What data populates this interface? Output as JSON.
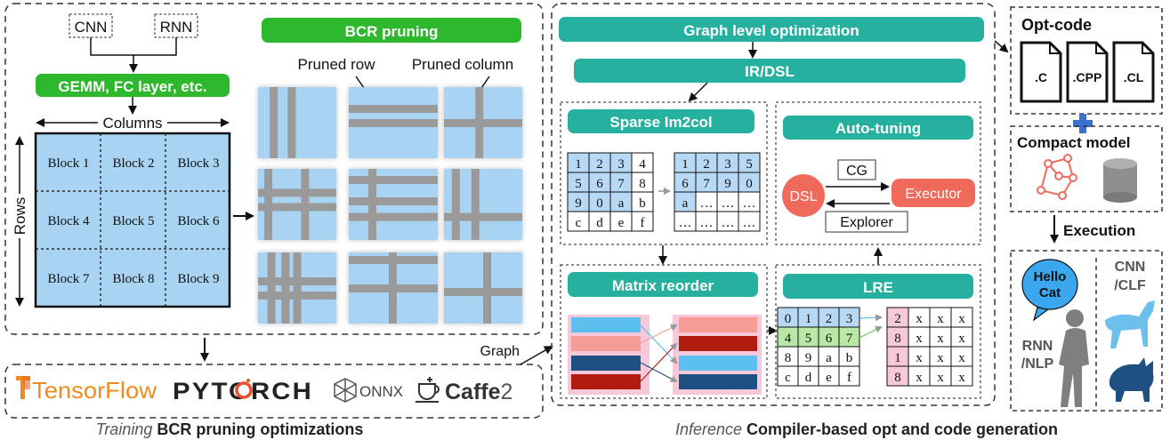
{
  "training": {
    "cnn": "CNN",
    "rnn": "RNN",
    "gemm": "GEMM, FC layer, etc.",
    "columns": "Columns",
    "rows": "Rows",
    "blocks": [
      "Block 1",
      "Block 2",
      "Block 3",
      "Block 4",
      "Block 5",
      "Block 6",
      "Block 7",
      "Block 8",
      "Block 9"
    ],
    "bcr_pruning": "BCR pruning",
    "pruned_row": "Pruned row",
    "pruned_column": "Pruned column",
    "frameworks": {
      "tensorflow": "TensorFlow",
      "pytorch": "PYTORCH",
      "onnx": "ONNX",
      "caffe2_a": "Caffe",
      "caffe2_b": "2"
    },
    "caption_italic": "Training",
    "caption_bold": " BCR pruning optimizations"
  },
  "inference": {
    "graph": "Graph",
    "graph_level": "Graph level optimization",
    "ir_dsl": "IR/DSL",
    "sparse_im2col": "Sparse Im2col",
    "im2col_left": [
      [
        "1",
        "2",
        "3",
        "4"
      ],
      [
        "5",
        "6",
        "7",
        "8"
      ],
      [
        "9",
        "0",
        "a",
        "b"
      ],
      [
        "c",
        "d",
        "e",
        "f"
      ]
    ],
    "im2col_right": [
      [
        "1",
        "2",
        "3",
        "5"
      ],
      [
        "6",
        "7",
        "9",
        "0"
      ],
      [
        "a",
        "…",
        "…",
        "…"
      ],
      [
        "…",
        "…",
        "…",
        "…"
      ]
    ],
    "auto_tuning": "Auto-tuning",
    "dsl": "DSL",
    "executor": "Executor",
    "cg": "CG",
    "explorer": "Explorer",
    "matrix_reorder": "Matrix reorder",
    "lre": "LRE",
    "lre_left": [
      [
        "0",
        "1",
        "2",
        "3"
      ],
      [
        "4",
        "5",
        "6",
        "7"
      ],
      [
        "8",
        "9",
        "a",
        "b"
      ],
      [
        "c",
        "d",
        "e",
        "f"
      ]
    ],
    "lre_right": [
      [
        "2",
        "x",
        "x",
        "x"
      ],
      [
        "8",
        "x",
        "x",
        "x"
      ],
      [
        "1",
        "x",
        "x",
        "x"
      ],
      [
        "8",
        "x",
        "x",
        "x"
      ]
    ],
    "caption_italic": "Inference",
    "caption_bold": " Compiler-based opt and code generation"
  },
  "output": {
    "opt_code": "Opt-code",
    "files": [
      ".C",
      ".CPP",
      ".CL"
    ],
    "compact_model": "Compact model",
    "execution": "Execution",
    "hello_cat": [
      "Hello",
      "Cat"
    ],
    "cnn_clf": [
      "CNN",
      "/CLF"
    ],
    "rnn_nlp": [
      "RNN",
      "/NLP"
    ]
  },
  "colors": {
    "green": "#2db82d",
    "teal": "#26b0a0",
    "block_blue": "#a9d3f2",
    "grid_blue": "#b8d9f5",
    "grid_green": "#b9e8a6",
    "grid_pink": "#f7c8d9",
    "salmon": "#f06a5c",
    "navy": "#1e4f82",
    "sky": "#5bc0f0",
    "darkred": "#b01c10",
    "pink": "#f79c94",
    "person_gray": "#7f7f7f",
    "tf_orange": "#f28b1f",
    "caption_gray": "#555555"
  }
}
